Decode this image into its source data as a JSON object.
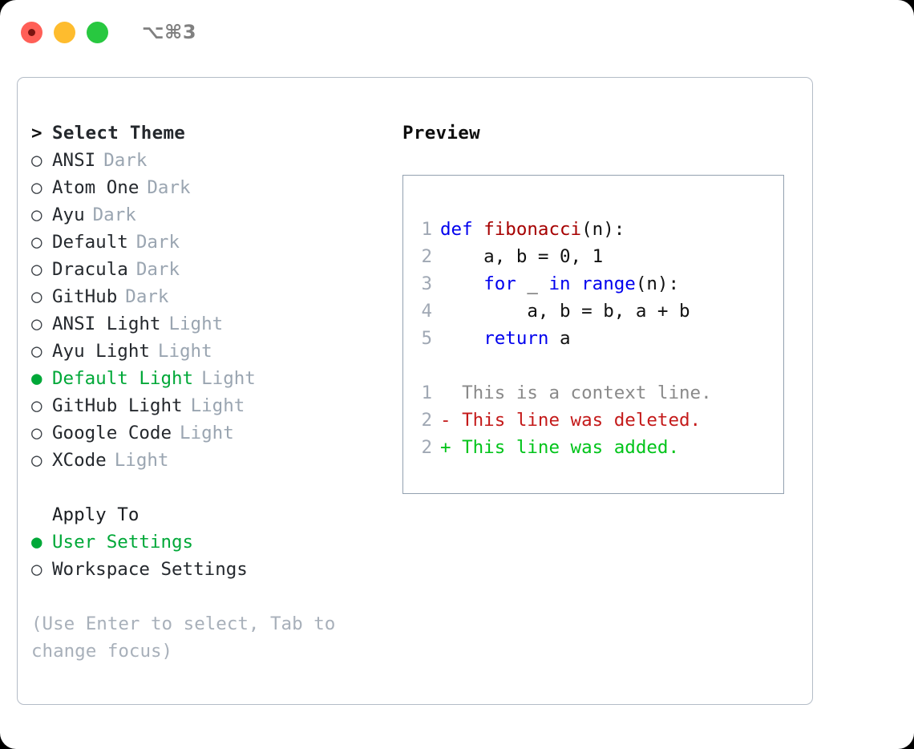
{
  "window": {
    "traffic_lights": [
      "close",
      "minimize",
      "maximize"
    ],
    "shortcut": "⌥⌘3"
  },
  "colors": {
    "selected_green": "#00a838",
    "tag_gray": "#9aa5b1",
    "hint_gray": "#a8b0ba",
    "keyword_blue": "#0000ee",
    "function_red": "#a60000",
    "diff_add_green": "#00c41a",
    "diff_del_red": "#c41a1a",
    "panel_border": "#b4bcc7",
    "preview_border": "#93a1b0"
  },
  "theme_list": {
    "header_marker": ">",
    "header_label": "Select Theme",
    "items": [
      {
        "marker": "○",
        "label": "ANSI",
        "tag": "Dark",
        "selected": false
      },
      {
        "marker": "○",
        "label": "Atom One",
        "tag": "Dark",
        "selected": false
      },
      {
        "marker": "○",
        "label": "Ayu",
        "tag": "Dark",
        "selected": false
      },
      {
        "marker": "○",
        "label": "Default",
        "tag": "Dark",
        "selected": false
      },
      {
        "marker": "○",
        "label": "Dracula",
        "tag": "Dark",
        "selected": false
      },
      {
        "marker": "○",
        "label": "GitHub",
        "tag": "Dark",
        "selected": false
      },
      {
        "marker": "○",
        "label": "ANSI Light",
        "tag": "Light",
        "selected": false
      },
      {
        "marker": "○",
        "label": "Ayu Light",
        "tag": "Light",
        "selected": false
      },
      {
        "marker": "●",
        "label": "Default Light",
        "tag": "Light",
        "selected": true
      },
      {
        "marker": "○",
        "label": "GitHub Light",
        "tag": "Light",
        "selected": false
      },
      {
        "marker": "○",
        "label": "Google Code",
        "tag": "Light",
        "selected": false
      },
      {
        "marker": "○",
        "label": "XCode",
        "tag": "Light",
        "selected": false
      }
    ]
  },
  "apply_to": {
    "header_label": "Apply To",
    "items": [
      {
        "marker": "●",
        "label": "User Settings",
        "selected": true
      },
      {
        "marker": "○",
        "label": "Workspace Settings",
        "selected": false
      }
    ]
  },
  "hint": "(Use Enter to select, Tab to change focus)",
  "preview": {
    "title": "Preview",
    "code_lines": [
      {
        "number": "1",
        "tokens": [
          {
            "text": "def ",
            "kind": "kw"
          },
          {
            "text": "fibonacci",
            "kind": "fn"
          },
          {
            "text": "(n):",
            "kind": "pl"
          }
        ]
      },
      {
        "number": "2",
        "tokens": [
          {
            "text": "    a, b = 0, 1",
            "kind": "pl"
          }
        ]
      },
      {
        "number": "3",
        "tokens": [
          {
            "text": "    ",
            "kind": "pl"
          },
          {
            "text": "for",
            "kind": "kw"
          },
          {
            "text": " _ ",
            "kind": "pl"
          },
          {
            "text": "in",
            "kind": "kw"
          },
          {
            "text": " ",
            "kind": "pl"
          },
          {
            "text": "range",
            "kind": "kw"
          },
          {
            "text": "(n):",
            "kind": "pl"
          }
        ]
      },
      {
        "number": "4",
        "tokens": [
          {
            "text": "        a, b = b, a + b",
            "kind": "pl"
          }
        ]
      },
      {
        "number": "5",
        "tokens": [
          {
            "text": "    ",
            "kind": "pl"
          },
          {
            "text": "return",
            "kind": "kw"
          },
          {
            "text": " a",
            "kind": "pl"
          }
        ]
      }
    ],
    "diff_lines": [
      {
        "number": "1",
        "text": "  This is a context line.",
        "kind": "ctx"
      },
      {
        "number": "2",
        "text": "- This line was deleted.",
        "kind": "del"
      },
      {
        "number": "2",
        "text": "+ This line was added.",
        "kind": "add"
      }
    ]
  }
}
